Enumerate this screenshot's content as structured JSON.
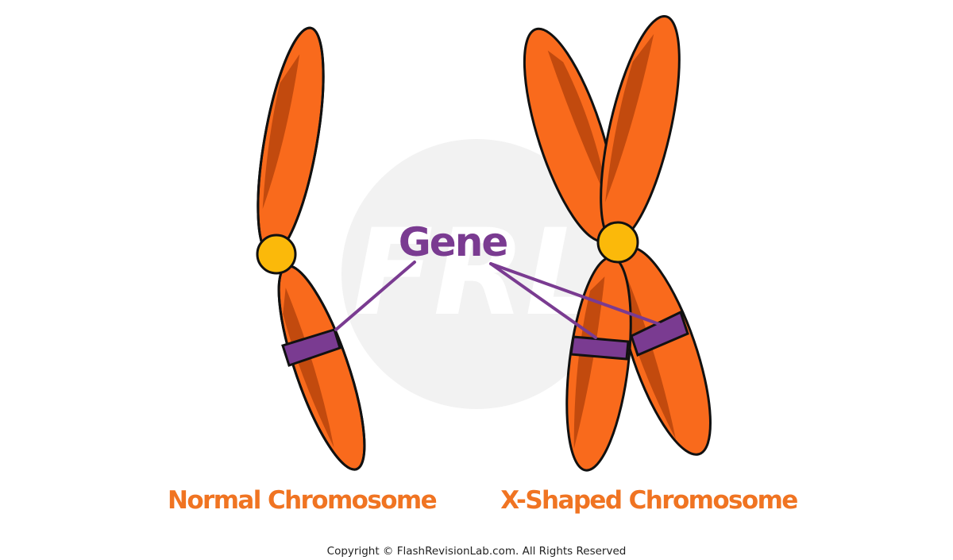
{
  "labels": {
    "gene": "Gene",
    "normal_chromosome": "Normal Chromosome",
    "x_shaped_chromosome": "X-Shaped Chromosome"
  },
  "watermark": "FRL",
  "copyright": "Copyright © FlashRevisionLab.com. All Rights Reserved",
  "colors": {
    "chromosome_orange": "#f96a1c",
    "chromosome_shadow": "#c24a0e",
    "gene_purple": "#7a3b91",
    "centromere_yellow": "#fbb90a",
    "label_orange": "#f07422"
  }
}
